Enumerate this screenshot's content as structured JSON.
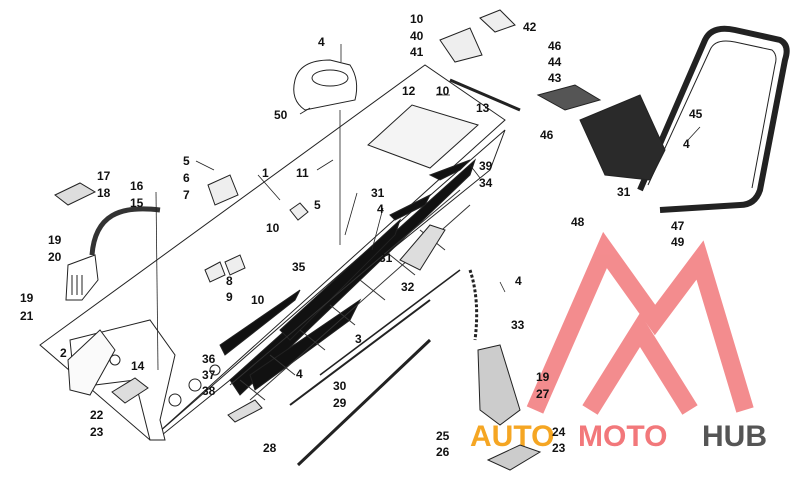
{
  "callouts": {
    "c1": "1",
    "c2": "2",
    "c3": "3",
    "c4a": "4",
    "c4b": "4",
    "c4c": "4",
    "c4d": "4",
    "c4e": "4",
    "c5a": "5",
    "c5b": "5",
    "c6": "6",
    "c7": "7",
    "c8": "8",
    "c9": "9",
    "c10a": "10",
    "c10b": "10",
    "c10c": "10",
    "c10d": "10",
    "c11": "11",
    "c12": "12",
    "c13": "13",
    "c14": "14",
    "c15": "15",
    "c16": "16",
    "c17": "17",
    "c18": "18",
    "c19a": "19",
    "c19b": "19",
    "c19c": "19",
    "c20": "20",
    "c21": "21",
    "c22": "22",
    "c23a": "23",
    "c23b": "23",
    "c24": "24",
    "c25": "25",
    "c26": "26",
    "c27": "27",
    "c28": "28",
    "c29": "29",
    "c30": "30",
    "c31a": "31",
    "c31b": "31",
    "c31c": "31",
    "c32": "32",
    "c33": "33",
    "c34": "34",
    "c35": "35",
    "c36": "36",
    "c37": "37",
    "c38": "38",
    "c39": "39",
    "c40": "40",
    "c41": "41",
    "c42": "42",
    "c43": "43",
    "c44": "44",
    "c45": "45",
    "c46a": "46",
    "c46b": "46",
    "c47": "47",
    "c48": "48",
    "c49": "49",
    "c50": "50"
  },
  "watermark": {
    "part1": "AUTO",
    "part2": "MOTO",
    "part3": "HUB"
  },
  "colors": {
    "logo_red": "#f2787b",
    "logo_orange": "#f5a623",
    "logo_gray": "#555555",
    "line": "#222222"
  }
}
